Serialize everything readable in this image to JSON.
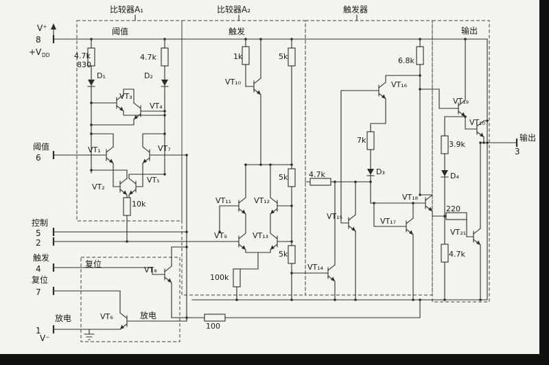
{
  "sections": {
    "a1_title": "比较器A₁",
    "a2_title": "比较器A₂",
    "ff_title": "触发器",
    "out_title": "输出",
    "a1_sub": "阈值",
    "a2_sub": "触发",
    "reset_label": "复位",
    "discharge_label": "放电"
  },
  "pins": {
    "p8": {
      "v": "V⁺",
      "num": "8",
      "vdd": "+V",
      "vdd_sub": "DD"
    },
    "p6": {
      "label": "阈值",
      "num": "6"
    },
    "p5": {
      "label": "控制",
      "num": "5"
    },
    "p2": {
      "num": "2"
    },
    "p4": {
      "label": "触发",
      "num": "4"
    },
    "p7": {
      "label": "复位",
      "num": "7"
    },
    "p1": {
      "label": "放电",
      "num": "1",
      "v": "V⁻"
    },
    "p3": {
      "label": "输出",
      "num": "3"
    }
  },
  "resistors": {
    "r1": "4.7k",
    "r1b": "830",
    "r2": "4.7k",
    "r3": "10k",
    "r4": "1k",
    "r5": "5k",
    "r6": "5k",
    "r7": "5k",
    "r8": "100k",
    "r9": "6.8k",
    "r10": "7k",
    "r11": "4.7k",
    "r12": "3.9k",
    "r13": "220",
    "r14": "4.7k",
    "r15": "100"
  },
  "diodes": {
    "d1": "D₁",
    "d2": "D₂",
    "d3": "D₃",
    "d4": "D₄"
  },
  "transistors": {
    "vt1": "VT₁",
    "vt2": "VT₂",
    "vt3": "VT₃",
    "vt4": "VT₄",
    "vt5": "VT₅",
    "vt6": "VT₆",
    "vt7": "VT₇",
    "vt8": "VT₈",
    "vt9": "VT₉",
    "vt10": "VT₁₀",
    "vt11": "VT₁₁",
    "vt12": "VT₁₂",
    "vt13": "VT₁₃",
    "vt14": "VT₁₄",
    "vt15": "VT₁₅",
    "vt16": "VT₁₆",
    "vt17": "VT₁₇",
    "vt18": "VT₁₈",
    "vt19": "VT₁₉",
    "vt20": "VT₂₀",
    "vt21": "VT₂₁"
  }
}
